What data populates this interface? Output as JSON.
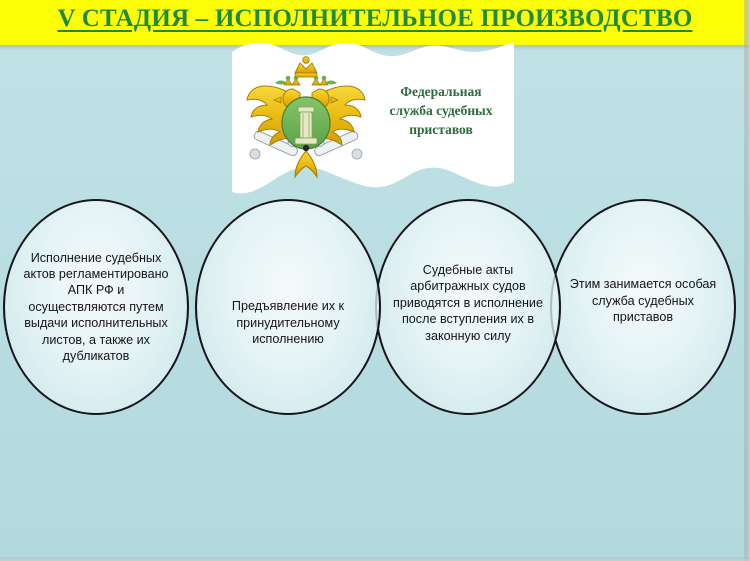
{
  "slide": {
    "title": "V СТАДИЯ – ИСПОЛНИТЕЛЬНОЕ ПРОИЗВОДСТВО",
    "background_color": "#b8dee2",
    "title_banner_color": "#fdfd05",
    "title_text_color": "#1f8a37"
  },
  "emblem": {
    "name": "russian-federal-bailiff-service-emblem",
    "caption_line_1": "Федеральная",
    "caption_line_2": "служба судебных",
    "caption_line_3": "приставов",
    "caption_full": "Федеральная служба судебных приставов",
    "caption_color": "#2d6b3f",
    "banner_color": "#ffffff",
    "eagle_color": "#e8b80c",
    "shield_color": "#6ab04c"
  },
  "circles": [
    {
      "id": "circle-1",
      "text": "Исполнение судебных актов регламентировано АПК РФ и осуществляются путем выдачи исполнительных листов, а также их дубликатов"
    },
    {
      "id": "circle-2",
      "text": "Предъявление их к принудительному исполнению"
    },
    {
      "id": "circle-3",
      "text": "Судебные акты арбитражных судов приводятся в исполнение после вступления их в законную силу"
    },
    {
      "id": "circle-4",
      "text": "Этим занимается особая служба судебных приставов"
    }
  ]
}
